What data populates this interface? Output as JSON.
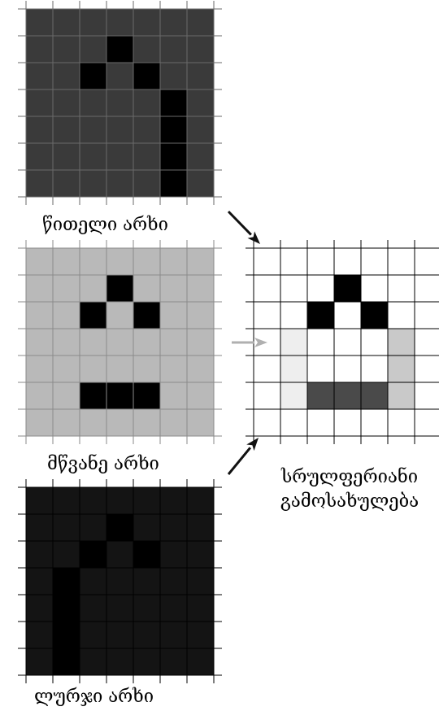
{
  "palette": {
    "black": "#000000",
    "white": "#ffffff",
    "red_bg": "#3a3a3a",
    "green_bg": "#b9b9b9",
    "blue_bg": "#141414",
    "red_line": "#6a6a6a",
    "green_line": "#8a8a8a",
    "blue_line": "#000000",
    "full_line": "#000000",
    "full_light": "#eeeeee",
    "full_mid": "#c9c9c9",
    "full_dark": "#4a4a4a",
    "arrow_dark": "#111111",
    "arrow_gray": "#b0b0b0"
  },
  "channels": [
    {
      "id": "red",
      "label": "წითელი არხი",
      "background": "red_bg",
      "line": "red_line",
      "pixels": [
        [
          1,
          3,
          "black"
        ],
        [
          2,
          2,
          "black"
        ],
        [
          2,
          4,
          "black"
        ],
        [
          3,
          5,
          "black"
        ],
        [
          4,
          5,
          "black"
        ],
        [
          5,
          5,
          "black"
        ],
        [
          6,
          5,
          "black"
        ]
      ]
    },
    {
      "id": "green",
      "label": "მწვანე არხი",
      "background": "green_bg",
      "line": "green_line",
      "pixels": [
        [
          1,
          3,
          "black"
        ],
        [
          2,
          2,
          "black"
        ],
        [
          2,
          4,
          "black"
        ],
        [
          5,
          2,
          "black"
        ],
        [
          5,
          3,
          "black"
        ],
        [
          5,
          4,
          "black"
        ]
      ]
    },
    {
      "id": "blue",
      "label": "ლურჯი არხი",
      "background": "blue_bg",
      "line": "blue_line",
      "pixels": [
        [
          1,
          3,
          "black"
        ],
        [
          2,
          2,
          "black"
        ],
        [
          2,
          4,
          "black"
        ],
        [
          3,
          1,
          "black"
        ],
        [
          4,
          1,
          "black"
        ],
        [
          5,
          1,
          "black"
        ],
        [
          6,
          1,
          "black"
        ]
      ]
    }
  ],
  "result": {
    "label_line1": "სრულფერიანი",
    "label_line2": "გამოსახულება",
    "background": "white",
    "line": "full_line",
    "pixels": [
      [
        1,
        3,
        "black"
      ],
      [
        2,
        2,
        "black"
      ],
      [
        2,
        4,
        "black"
      ],
      [
        3,
        1,
        "full_light"
      ],
      [
        4,
        1,
        "full_light"
      ],
      [
        5,
        1,
        "full_light"
      ],
      [
        3,
        5,
        "full_mid"
      ],
      [
        4,
        5,
        "full_mid"
      ],
      [
        5,
        5,
        "full_mid"
      ],
      [
        5,
        2,
        "full_dark"
      ],
      [
        5,
        3,
        "full_dark"
      ],
      [
        5,
        4,
        "full_dark"
      ]
    ]
  }
}
